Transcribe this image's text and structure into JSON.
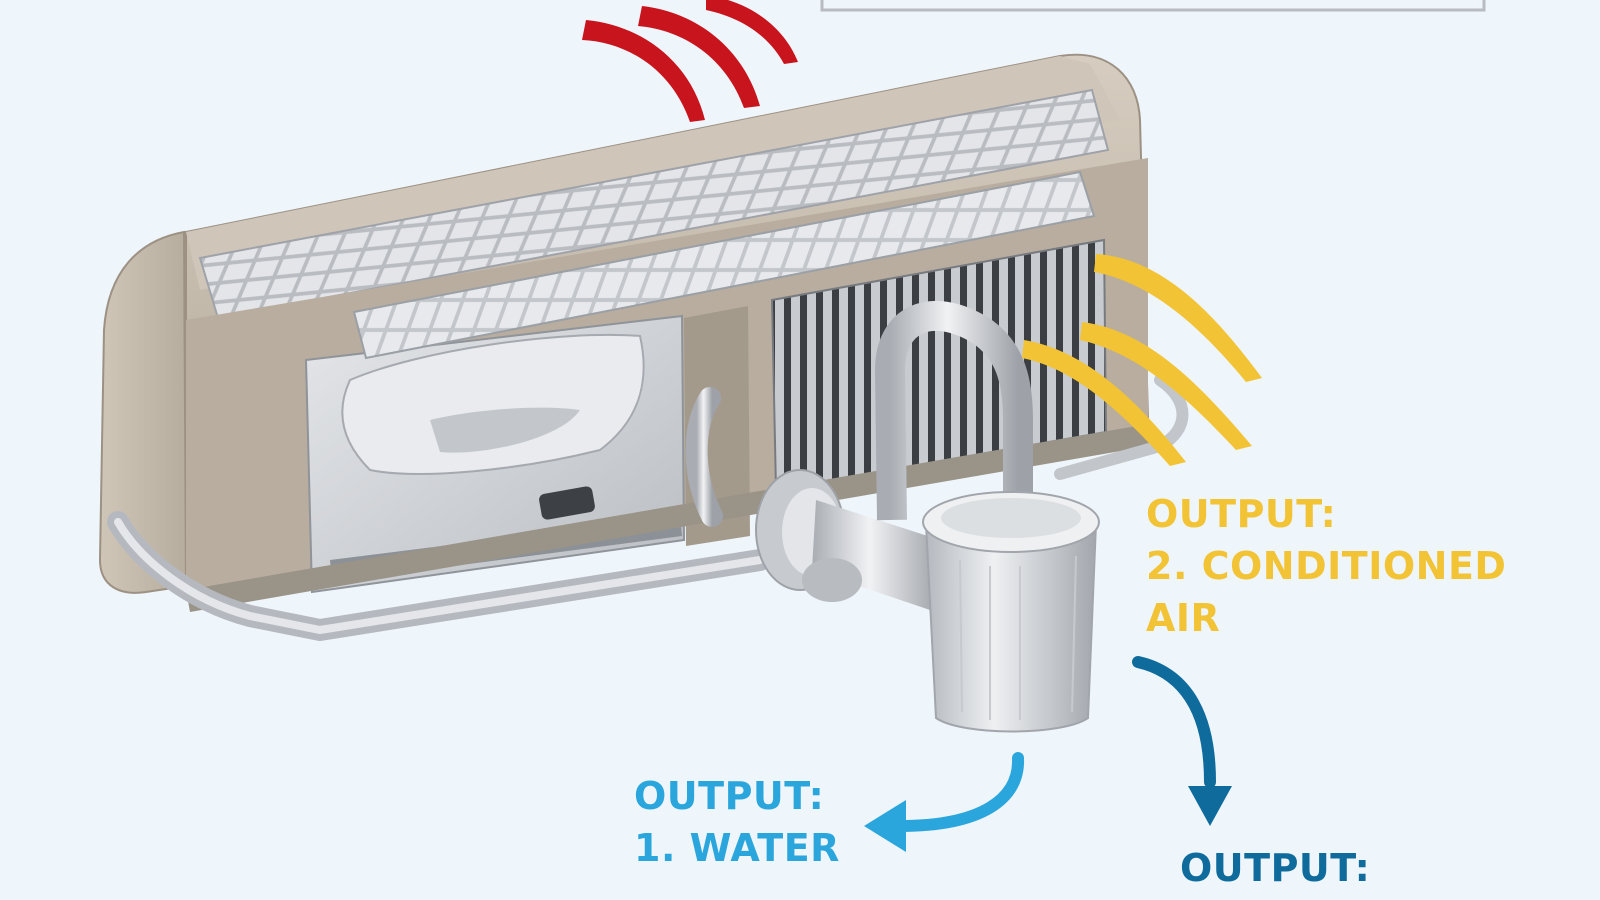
{
  "colors": {
    "background": "#eef5fb",
    "heat": "#c8141c",
    "air": "#f2c335",
    "water": "#2aa6dd",
    "drain": "#0f6b9c",
    "housing": "#c9bfb2",
    "housing_dark": "#a89d90",
    "grille": "#d6d9dd",
    "pipe": "#d7dadf"
  },
  "icons": {
    "heat_waves": "heat-waves-icon",
    "air_waves": "air-waves-icon",
    "water_arrow": "curved-arrow-left-icon",
    "drain_arrow": "curved-arrow-down-icon"
  },
  "labels": {
    "air": {
      "line1": "OUTPUT:",
      "line2": "2. CONDITIONED",
      "line3": "AIR"
    },
    "water": {
      "line1": "OUTPUT:",
      "line2": "1. WATER"
    },
    "third": {
      "line1": "OUTPUT:"
    }
  }
}
